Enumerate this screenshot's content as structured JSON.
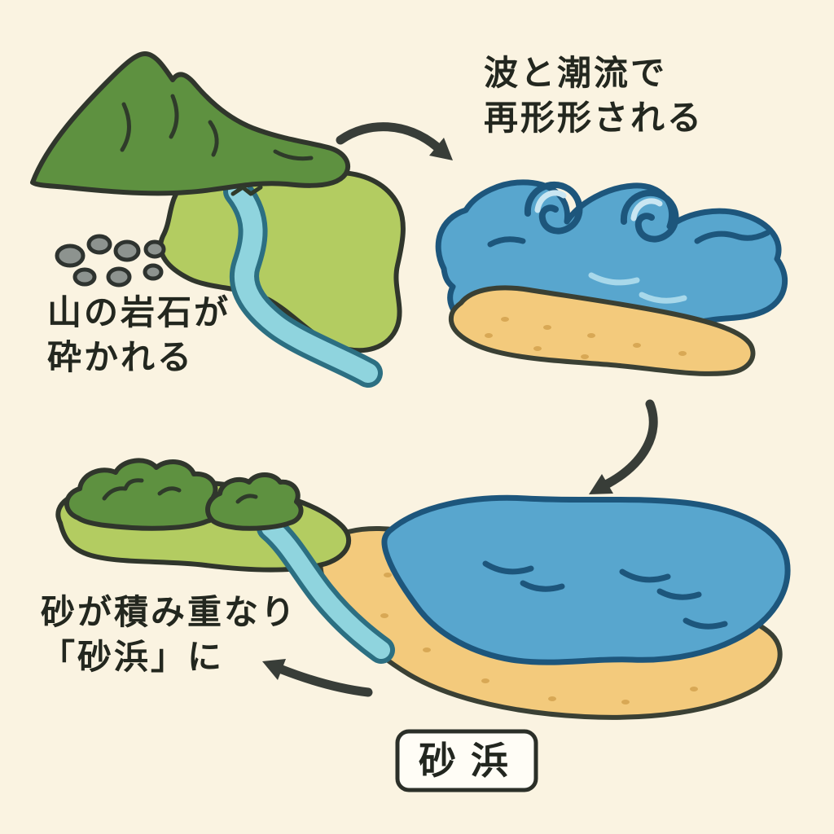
{
  "diagram": {
    "labels": {
      "mountain": {
        "line1": "山の岩石が",
        "line2": "砕かれる"
      },
      "waves": {
        "line1": "波と潮流で",
        "line2": "再形形される"
      },
      "beach": {
        "line1": "砂が積み重なり",
        "line2": "「砂浜」に"
      }
    },
    "caption_box": {
      "label": "砂浜"
    },
    "colors": {
      "background": "#faf3e1",
      "mountain_green": "#5e9140",
      "meadow_green": "#b3cc61",
      "river_blue": "#8fd4de",
      "sea_blue": "#58a6ce",
      "sea_outline": "#1d567c",
      "sand_yellow": "#f3ca7c",
      "sand_dot": "#d8a855",
      "rock_gray": "#8d938f",
      "outline_dark": "#30362c",
      "arrow_dark": "#383d38",
      "text_dark": "#23271f",
      "box_fill": "#fffdf6"
    }
  }
}
